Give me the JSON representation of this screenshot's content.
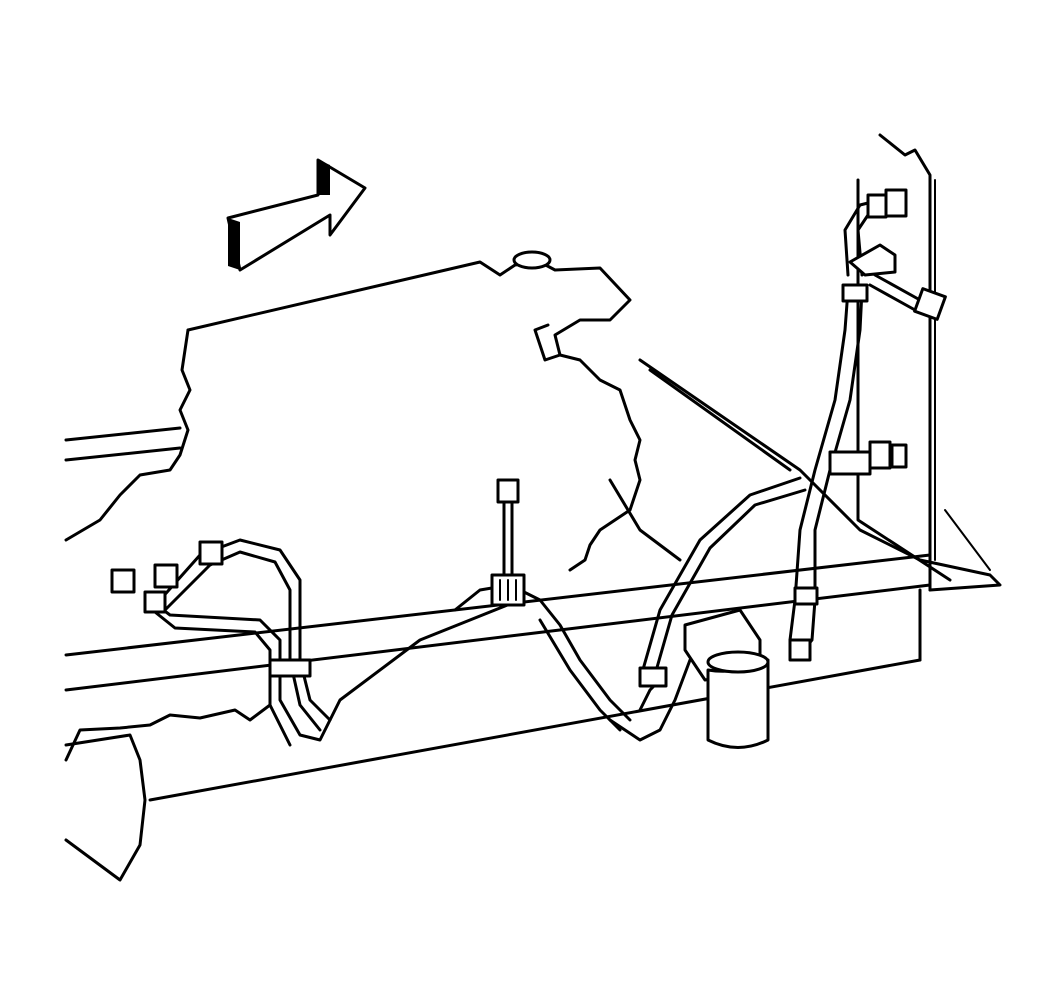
{
  "diagram": {
    "type": "technical-line-drawing",
    "colors": {
      "line": "#000000",
      "background": "#ffffff"
    },
    "components": [
      "direction-arrow",
      "engine-block",
      "frame-rail",
      "radiator",
      "transmission-cooler-lines",
      "oil-filter",
      "mounting-bolt",
      "radiator-bolt",
      "line-clips"
    ]
  }
}
